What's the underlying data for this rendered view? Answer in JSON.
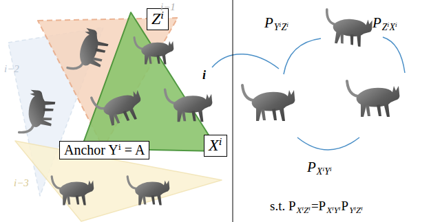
{
  "diagram": {
    "nodes": [
      {
        "text": [
          "Zⁱ"
        ]
      },
      {
        "text": [
          "Xⁱ"
        ]
      },
      {
        "text": [
          "Anchor Yⁱ = A"
        ]
      }
    ],
    "labels": [
      "i−1",
      "i−2",
      "i−3",
      "i",
      "P",
      "YⁱZⁱ",
      "P",
      "ZⁱXⁱ",
      "P",
      "XⁱYⁱ",
      "s.t. P",
      "XⁱZⁱ",
      "=P",
      "XⁱYⁱ",
      "P",
      "YⁱZⁱ"
    ]
  }
}
